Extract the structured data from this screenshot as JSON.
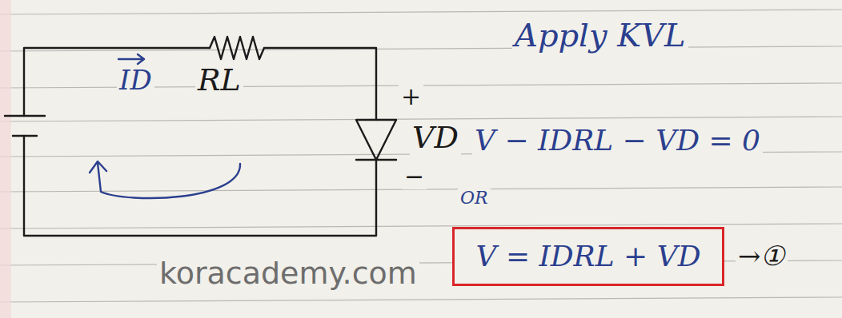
{
  "diagram": {
    "nodes": [
      {
        "text": [
          "V = IDRL + VD"
        ]
      }
    ],
    "labels": [
      "ID",
      "RL",
      "+",
      "VD",
      "−",
      "Apply KVL",
      "V − IDRL − VD = 0",
      "OR",
      "→①",
      "koracademy.com"
    ]
  }
}
